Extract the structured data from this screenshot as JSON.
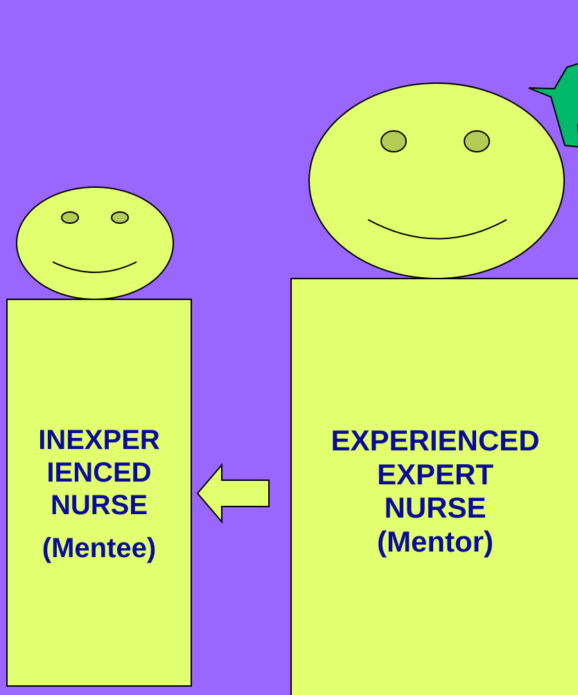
{
  "colors": {
    "background": "#9966ff",
    "figure_fill": "#e1ff6e",
    "eye_fill": "#b4cc55",
    "outline": "#000000",
    "text": "#0b0b99",
    "star_fill": "#00b96a"
  },
  "mentee": {
    "line1": "INEXPER",
    "line2": "IENCED",
    "line3": "NURSE",
    "role": "(Mentee)"
  },
  "mentor": {
    "line1": "EXPERIENCED",
    "line2": "EXPERT",
    "line3": "NURSE",
    "role": "(Mentor)"
  },
  "icons": {
    "arrow": "left-arrow-icon",
    "star": "star-icon"
  }
}
